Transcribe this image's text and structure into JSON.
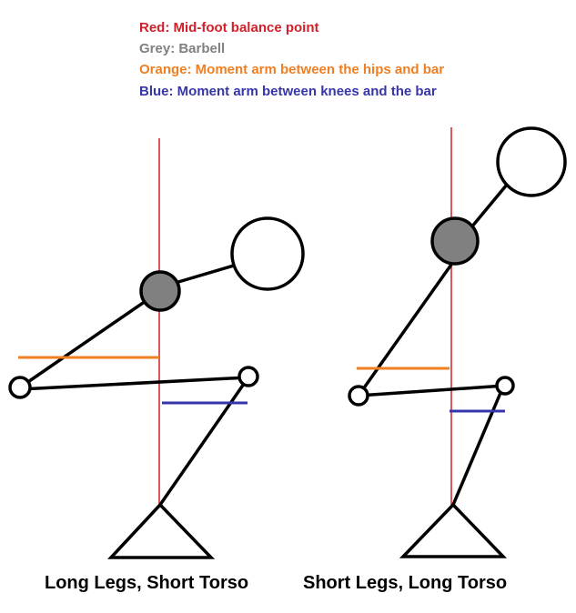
{
  "legend": [
    {
      "text": "Red: Mid-foot balance point",
      "color": "#d0202a"
    },
    {
      "text": "Grey: Barbell",
      "color": "#808080"
    },
    {
      "text": "Orange: Moment arm between the hips and bar",
      "color": "#f07f22"
    },
    {
      "text": "Blue: Moment arm between knees and the bar",
      "color": "#3636a8"
    }
  ],
  "figures": [
    {
      "caption": "Long Legs, Short Torso"
    },
    {
      "caption": "Short Legs, Long Torso"
    }
  ],
  "colors": {
    "midfoot": "#d0202a",
    "barbell": "#808080",
    "hip_arm": "#f07f22",
    "knee_arm": "#3636a8",
    "body": "#000000"
  }
}
